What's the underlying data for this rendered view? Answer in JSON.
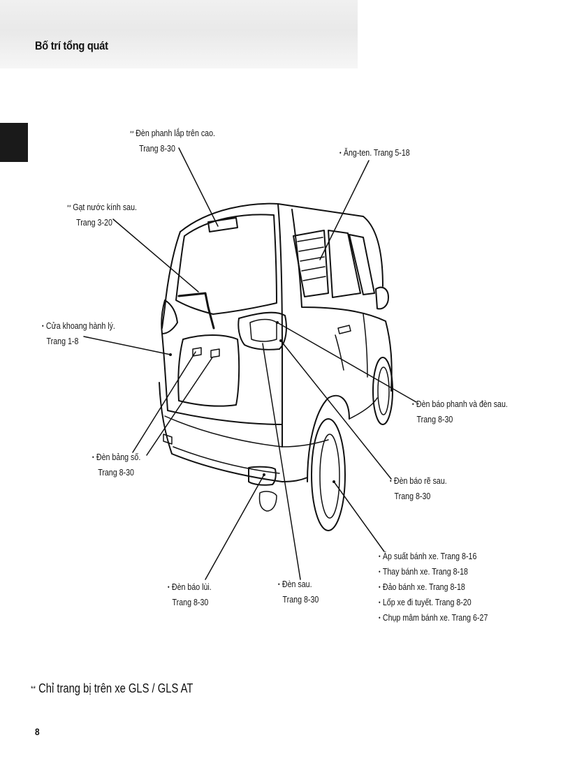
{
  "page": {
    "title": "Bố trí tổng quát",
    "footnote_mark": "**",
    "footnote": "Chỉ trang bị trên xe GLS / GLS AT",
    "page_number": "8"
  },
  "labels": {
    "high_brake_light": {
      "mark": "**",
      "line1": "Đèn phanh lắp trên cao.",
      "line2": "Trang 8-30"
    },
    "antenna": {
      "mark": "•",
      "line1": "Ăng-ten. Trang 5-18"
    },
    "rear_wiper": {
      "mark": "**",
      "line1": "Gạt nước kính sau.",
      "line2": "Trang 3-20"
    },
    "tailgate": {
      "mark": "•",
      "line1": "Cửa khoang hành lý.",
      "line2": "Trang 1-8"
    },
    "brake_tail_light": {
      "mark": "•",
      "line1": "Đèn báo phanh và đèn sau.",
      "line2": "Trang 8-30"
    },
    "license_plate_light": {
      "mark": "•",
      "line1": "Đèn bảng số.",
      "line2": "Trang 8-30"
    },
    "turn_signal": {
      "mark": "•",
      "line1": "Đèn báo rẽ sau.",
      "line2": "Trang 8-30"
    },
    "tire_items": [
      {
        "mark": "•",
        "text": "Áp suất bánh xe. Trang 8-16"
      },
      {
        "mark": "•",
        "text": "Thay bánh xe. Trang 8-18"
      },
      {
        "mark": "•",
        "text": "Đảo bánh xe. Trang 8-18"
      },
      {
        "mark": "•",
        "text": "Lốp xe đi tuyết. Trang 8-20"
      },
      {
        "mark": "•",
        "text": "Chụp mâm bánh xe. Trang 6-27"
      }
    ],
    "reverse_light": {
      "mark": "•",
      "line1": "Đèn báo lùi.",
      "line2": "Trang 8-30"
    },
    "rear_light": {
      "mark": "•",
      "line1": "Đèn sau.",
      "line2": "Trang 8-30"
    }
  }
}
